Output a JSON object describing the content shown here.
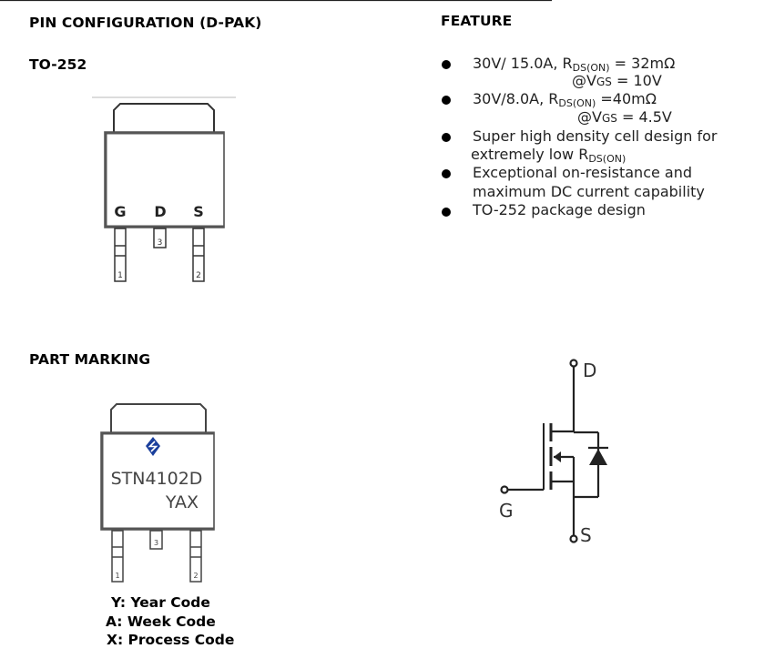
{
  "pin_configuration": {
    "title": "PIN CONFIGURATION (D-PAK)",
    "package": "TO-252",
    "pins": [
      {
        "letter": "G",
        "number": "1"
      },
      {
        "letter": "D",
        "number": "3"
      },
      {
        "letter": "S",
        "number": "2"
      }
    ]
  },
  "feature": {
    "title": "FEATURE",
    "items": [
      {
        "line1_prefix": "30V/ 15.0A, R",
        "line1_sub": "DS(ON)",
        "line1_suffix": " = 32mΩ",
        "line2_prefix": "@V",
        "line2_sub": "GS",
        "line2_suffix": " = 10V"
      },
      {
        "line1_prefix": "30V/8.0A, R",
        "line1_sub": "DS(ON)",
        "line1_suffix": " =40mΩ",
        "line2_prefix": "@V",
        "line2_sub": "GS",
        "line2_suffix": " = 4.5V"
      },
      {
        "line1": "Super high density cell design for",
        "line2_prefix": "extremely low R",
        "line2_sub": "DS(ON)"
      },
      {
        "line1": "Exceptional on-resistance and",
        "line2": "maximum DC current capability"
      },
      {
        "line1": "TO-252 package design"
      }
    ]
  },
  "part_marking": {
    "title": "PART MARKING",
    "part_number": "STN4102D",
    "code": "YAX",
    "pin_numbers": [
      "1",
      "3",
      "2"
    ],
    "logo_color": "#1a3f9c",
    "legend": [
      "Y: Year Code",
      "A: Week Code",
      "X: Process Code"
    ]
  },
  "schematic": {
    "labels": {
      "drain": "D",
      "gate": "G",
      "source": "S"
    }
  }
}
